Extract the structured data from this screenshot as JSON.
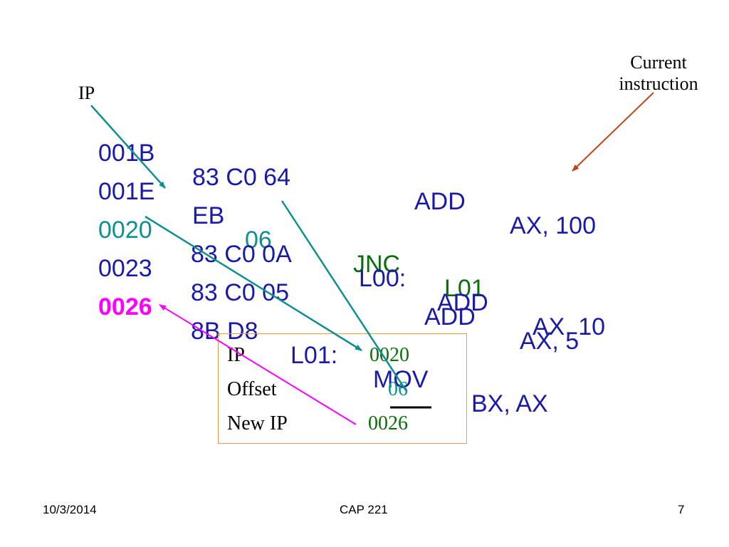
{
  "callouts": {
    "ip_label": "IP",
    "current_instruction_line1": "Current",
    "current_instruction_line2": "instruction"
  },
  "code_lines": [
    {
      "address": "001B",
      "machine_code": "83 C0 64",
      "label": "",
      "mnemonic": "ADD",
      "operands": "AX, 100"
    },
    {
      "address": "001E",
      "machine_code_opcode": "EB",
      "machine_code_offset": "06",
      "mnemonic": "JNC",
      "operands": "L01"
    },
    {
      "address": "0020",
      "machine_code": "83 C0 0A",
      "label": "L00:",
      "mnemonic": "ADD",
      "operands": "AX, 10"
    },
    {
      "address": "0023",
      "machine_code": "83 C0 05",
      "label": "",
      "mnemonic": "ADD",
      "operands": "AX, 5"
    },
    {
      "address": "0026",
      "machine_code": "8B D8",
      "label": "L01:",
      "mnemonic": "MOV",
      "operands": "BX, AX"
    }
  ],
  "calc_box": {
    "rows": [
      {
        "label": "IP",
        "value": "0020"
      },
      {
        "label": "Offset",
        "value": "06"
      },
      {
        "label": "New IP",
        "value": "0026"
      }
    ]
  },
  "footer": {
    "date": "10/3/2014",
    "course": "CAP 221",
    "page_number": "7"
  },
  "colors": {
    "code_blue": "#1a1aa8",
    "teal": "#0f8f8f",
    "green": "#0a6e0a",
    "magenta": "#ff00ff",
    "arrow_red": "#c0431a",
    "box_border": "#e8a04a"
  }
}
